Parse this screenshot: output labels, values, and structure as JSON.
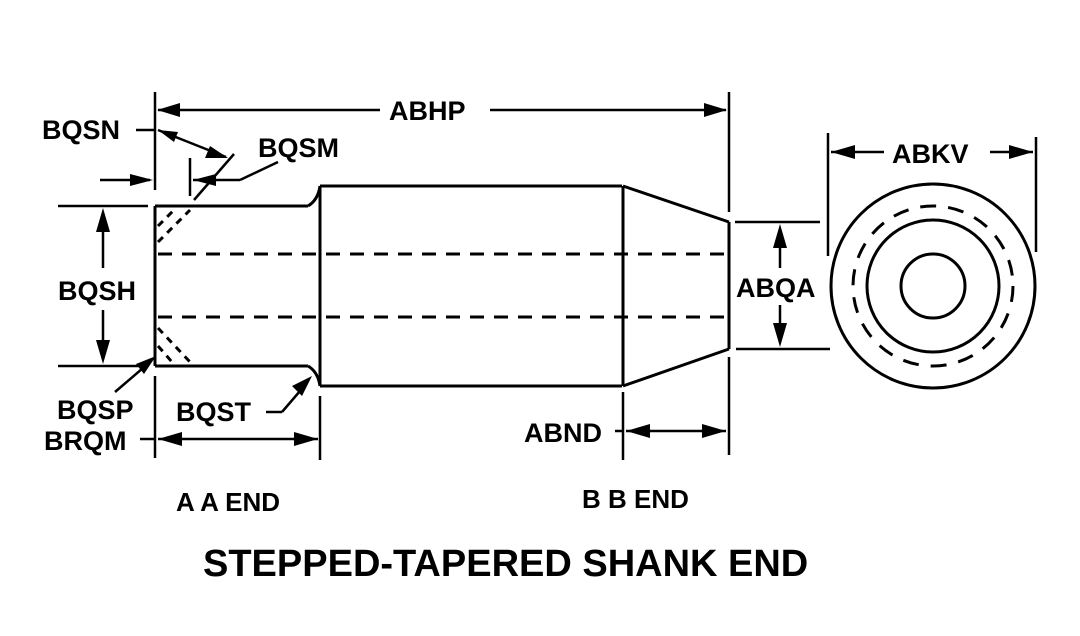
{
  "title": "STEPPED-TAPERED SHANK END",
  "view_labels": {
    "a_end": "A A END",
    "b_end": "B B END"
  },
  "dimensions": {
    "overall_length": "ABHP",
    "end_diameter_outer": "ABKV",
    "taper_end_diameter": "ABQA",
    "taper_length": "ABND",
    "step_diameter": "BQSH",
    "chamfer_offset": "BQSN",
    "chamfer_angle": "BQSM",
    "step_radius": "BQST",
    "inner_chamfer": "BQSP",
    "step_length": "BRQM"
  },
  "colors": {
    "line": "#000000",
    "background": "#ffffff"
  }
}
